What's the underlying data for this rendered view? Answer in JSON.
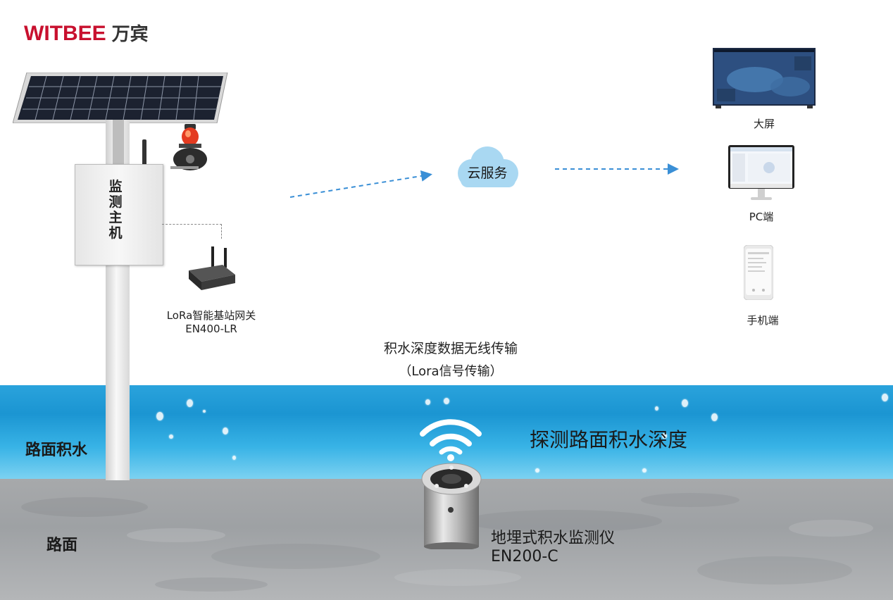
{
  "logo": {
    "brand": "WITBEE",
    "chinese": "万宾"
  },
  "station": {
    "host_label": "监测主机",
    "gateway_name": "LoRa智能基站网关",
    "gateway_model": "EN400-LR"
  },
  "cloud": {
    "label": "云服务"
  },
  "clients": [
    {
      "label": "大屏"
    },
    {
      "label": "PC端"
    },
    {
      "label": "手机端"
    }
  ],
  "transmission": {
    "title": "积水深度数据无线传输",
    "subtitle": "（Lora信号传输）"
  },
  "water": {
    "label": "路面积水",
    "probe_label": "探测路面积水深度"
  },
  "road": {
    "label": "路面"
  },
  "sensor": {
    "name": "地埋式积水监测仪",
    "model": "EN200-C"
  },
  "colors": {
    "brand": "#c8102e",
    "water": "#1b95d2",
    "arrow": "#3a8fd6",
    "cloud": "#a9d8f2"
  }
}
